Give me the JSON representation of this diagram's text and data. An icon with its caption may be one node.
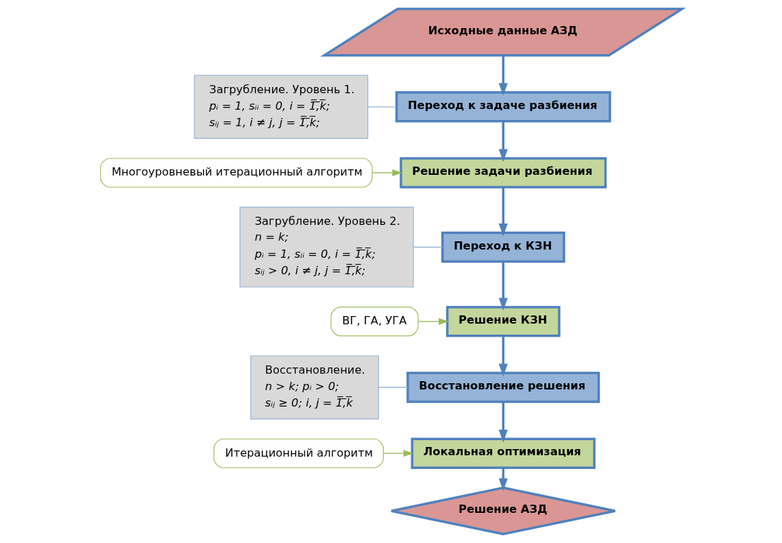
{
  "diagram": {
    "nodes": [
      {
        "text": [
          "Исходные данные АЗД"
        ]
      },
      {
        "text": [
          "Переход к задаче разбиения"
        ]
      },
      {
        "text": [
          "Загрубление. Уровень 1.",
          "pᵢ = 1, sᵢᵢ = 0, i = 1̅,̅k̅;",
          "sᵢⱼ = 1, i ≠ j, j = 1̅,̅k̅;"
        ]
      },
      {
        "text": [
          "Решение задачи разбиения"
        ]
      },
      {
        "text": [
          "Многоуровневый итерационный алгоритм"
        ]
      },
      {
        "text": [
          "Загрубление. Уровень 2.",
          "n = k;",
          "pᵢ = 1, sᵢᵢ = 0, i = 1̅,̅k̅;",
          "sᵢⱼ > 0, i ≠ j, j = 1̅,̅k̅;"
        ]
      },
      {
        "text": [
          "Переход к КЗН"
        ]
      },
      {
        "text": [
          "ВГ, ГА, УГА"
        ]
      },
      {
        "text": [
          "Решение КЗН"
        ]
      },
      {
        "text": [
          "Восстановление.",
          "n > k; pᵢ > 0;",
          "sᵢⱼ ≥ 0; i, j = 1̅,̅k̅"
        ]
      },
      {
        "text": [
          "Восстановление решения"
        ]
      },
      {
        "text": [
          "Итерационный алгоритм"
        ]
      },
      {
        "text": [
          "Локальная оптимизация"
        ]
      },
      {
        "text": [
          "Решение АЗД"
        ]
      }
    ],
    "edges": [
      {
        "from": 0,
        "to": 1,
        "arrow": "to"
      },
      {
        "from": 2,
        "to": 1,
        "arrow": "none",
        "color": "#95b3d7"
      },
      {
        "from": 1,
        "to": 3,
        "arrow": "to"
      },
      {
        "from": 4,
        "to": 3,
        "arrow": "to",
        "color": "#9bbb59"
      },
      {
        "from": 3,
        "to": 6,
        "arrow": "to"
      },
      {
        "from": 5,
        "to": 6,
        "arrow": "none",
        "color": "#95b3d7"
      },
      {
        "from": 6,
        "to": 8,
        "arrow": "to"
      },
      {
        "from": 7,
        "to": 8,
        "arrow": "to",
        "color": "#9bbb59"
      },
      {
        "from": 8,
        "to": 10,
        "arrow": "to"
      },
      {
        "from": 9,
        "to": 10,
        "arrow": "none",
        "color": "#95b3d7"
      },
      {
        "from": 10,
        "to": 12,
        "arrow": "to"
      },
      {
        "from": 11,
        "to": 12,
        "arrow": "to",
        "color": "#9bbb59"
      },
      {
        "from": 12,
        "to": 13,
        "arrow": "to"
      }
    ]
  }
}
